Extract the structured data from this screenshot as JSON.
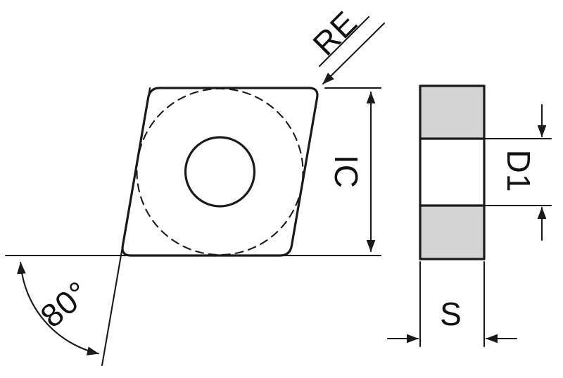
{
  "diagram": {
    "kind": "technical-drawing",
    "subject": "80-degree rhombic turning insert, front view and side view",
    "labels": {
      "corner_radius": "RE",
      "inscribed_circle": "IC",
      "hole_diameter": "D1",
      "thickness": "S",
      "corner_angle": "80°"
    },
    "colors": {
      "insert_fill": "#d4d4d4",
      "hole_fill": "#ffffff",
      "line": "#1a1a1a",
      "background": "#ffffff"
    }
  }
}
